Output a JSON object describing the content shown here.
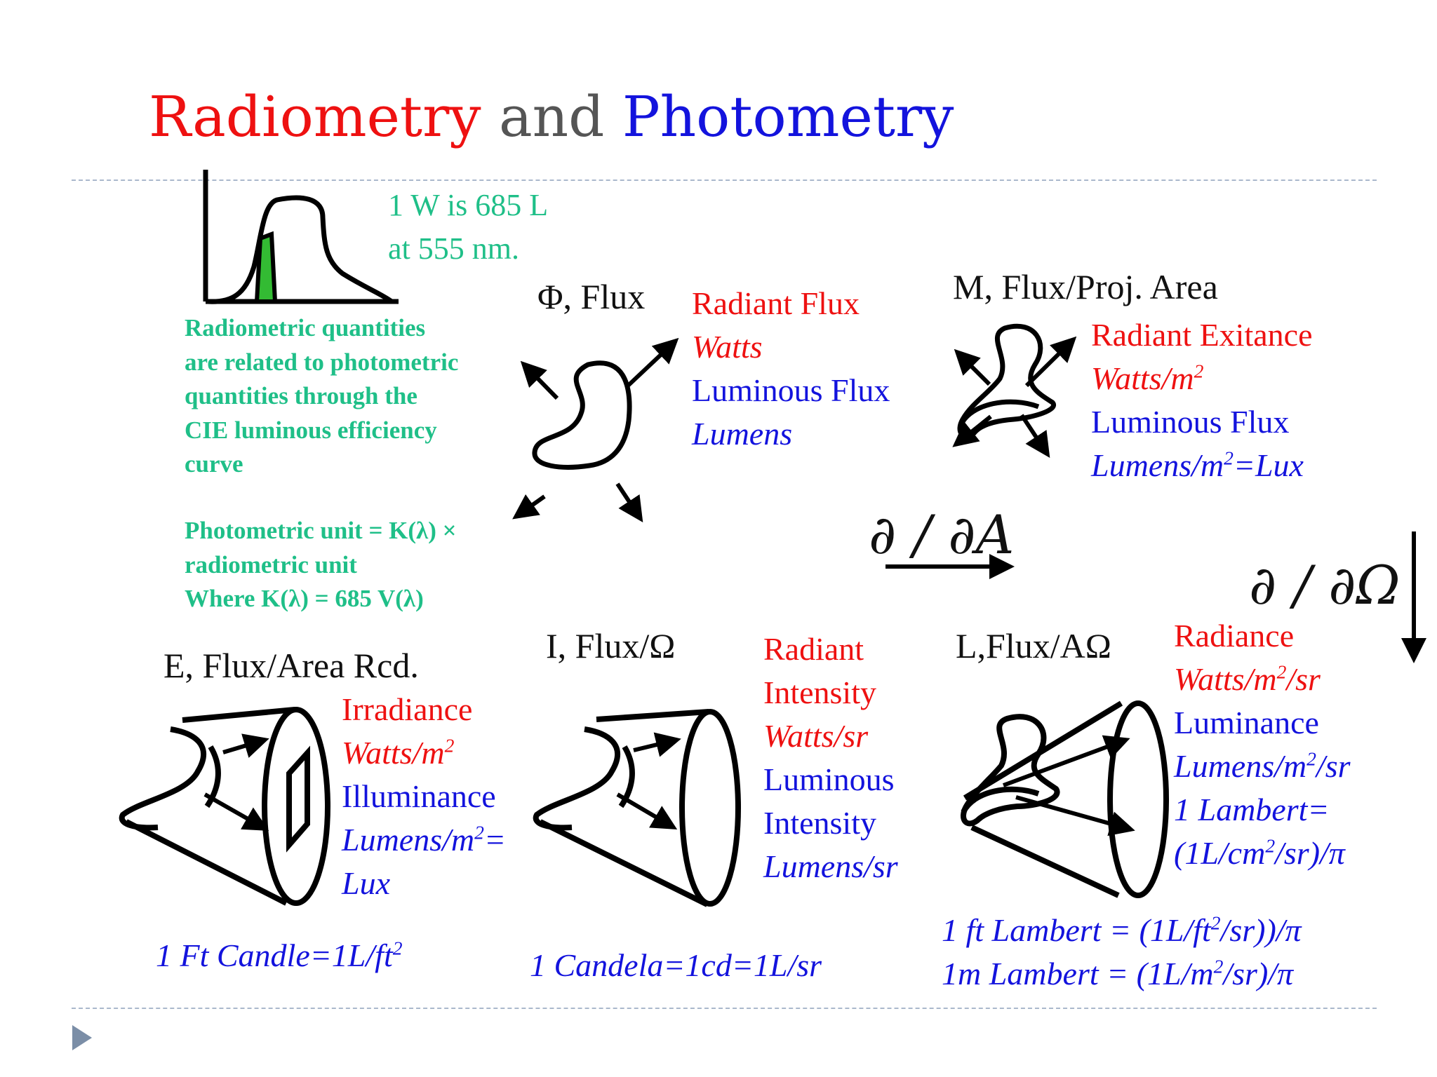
{
  "title": {
    "word1": "Radiometry",
    "word2": "and",
    "word3": "Photometry",
    "colors": {
      "word1": "#ee1111",
      "word2": "#555555",
      "word3": "#1313dd"
    }
  },
  "curve_note": {
    "line1": "1 W is 685 L",
    "line2": "at 555 nm."
  },
  "green_text": {
    "p1": [
      "Radiometric quantities",
      "are related to photometric",
      "quantities through the",
      "CIE luminous efficiency",
      "curve"
    ],
    "p2": [
      "Photometric unit = K(λ) ×",
      "radiometric unit",
      "Where K(λ) = 685 V(λ)"
    ]
  },
  "flux": {
    "symbol": "Φ, Flux",
    "radiant": "Radiant Flux",
    "radiant_unit": "Watts",
    "luminous": "Luminous Flux",
    "luminous_unit": "Lumens"
  },
  "exitance": {
    "symbol": "M, Flux/Proj. Area",
    "radiant": "Radiant Exitance",
    "radiant_unit_base": "Watts/m",
    "radiant_unit_sup": "2",
    "luminous": "Luminous Flux",
    "luminous_unit_base": "Lumens/m",
    "luminous_unit_sup": "2",
    "luminous_unit_tail": "=Lux"
  },
  "derivatives": {
    "area": "∂ / ∂A",
    "solid_angle": "∂ / ∂Ω"
  },
  "irradiance": {
    "symbol": "E, Flux/Area Rcd.",
    "radiant": "Irradiance",
    "radiant_unit_base": "Watts/m",
    "radiant_unit_sup": "2",
    "luminous": "Illuminance",
    "luminous_unit_base": "Lumens/m",
    "luminous_unit_sup": "2",
    "luminous_unit_tail": "=",
    "luminous_unit_line2": "Lux",
    "footnote_base": "1 Ft Candle=1L/ft",
    "footnote_sup": "2"
  },
  "intensity": {
    "symbol": "I, Flux/Ω",
    "radiant1": "Radiant",
    "radiant2": "Intensity",
    "radiant_unit": "Watts/sr",
    "luminous1": "Luminous",
    "luminous2": "Intensity",
    "luminous_unit": "Lumens/sr",
    "footnote": "1 Candela=1cd=1L/sr"
  },
  "radiance": {
    "symbol": "L,Flux/AΩ",
    "radiant": "Radiance",
    "radiant_unit_base": "Watts/m",
    "radiant_unit_sup": "2",
    "radiant_unit_tail": "/sr",
    "luminous": "Luminance",
    "luminous_unit_base": "Lumens/m",
    "luminous_unit_sup": "2",
    "luminous_unit_tail": "/sr",
    "lambert1": "1 Lambert=",
    "lambert2_base": "(1L/cm",
    "lambert2_sup": "2",
    "lambert2_tail": "/sr)/π",
    "ftlambert_base": "1 ft Lambert = (1L/ft",
    "ftlambert_sup": "2",
    "ftlambert_tail": "/sr))/π",
    "mlambert_base": "1m Lambert = (1L/m",
    "mlambert_sup": "2",
    "mlambert_tail": "/sr)/π"
  }
}
